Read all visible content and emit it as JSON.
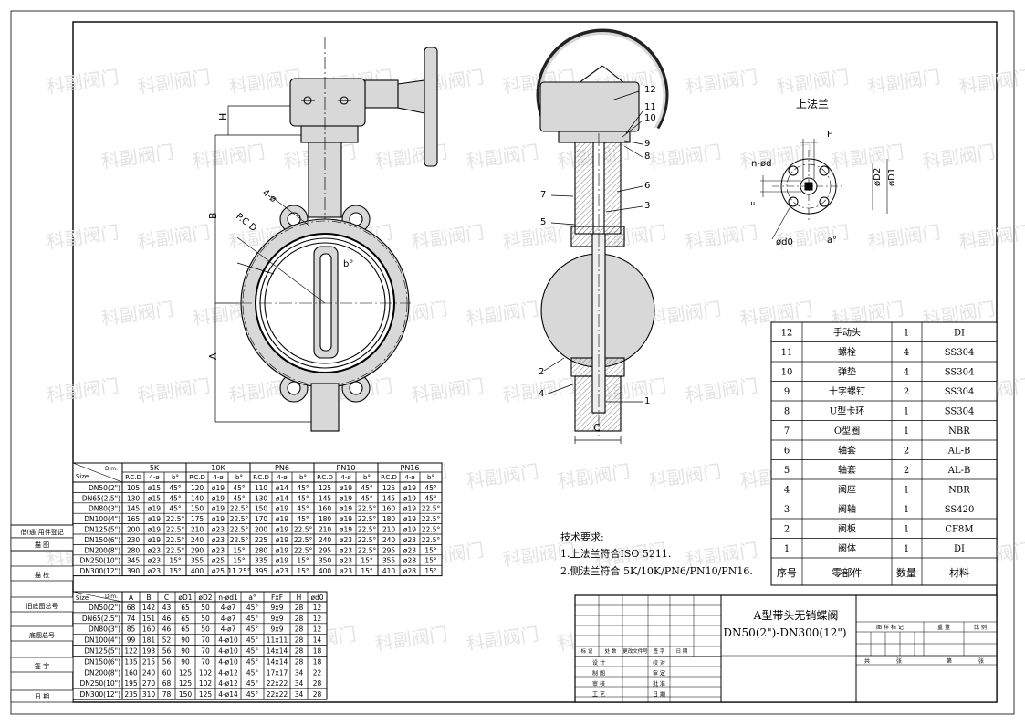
{
  "watermark": "科副阀门",
  "drawing_title_line1": "A型带头无销蝶阀",
  "drawing_title_line2": "DN50(2\")-DN300(12\")",
  "flange_view_title": "上法兰",
  "tech_req": {
    "heading": "技术要求:",
    "items": [
      "1.上法兰符合ISO 5211.",
      "2.侧法兰符合 5K/10K/PN6/PN10/PN16."
    ]
  },
  "dim_labels": {
    "H": "H",
    "B": "B",
    "A": "A",
    "C": "C",
    "pcd": "P.C.D",
    "n_phi": "4-ø",
    "b_deg": "b°",
    "F": "F",
    "n_phi_d": "n-ød",
    "phiD2": "øD2",
    "phiD1": "øD1",
    "phid0": "ød0",
    "a_deg": "a°"
  },
  "balloons": [
    "1",
    "2",
    "3",
    "4",
    "5",
    "6",
    "7",
    "8",
    "9",
    "10",
    "11",
    "12"
  ],
  "bom": {
    "rows": [
      {
        "no": "12",
        "name": "手动头",
        "qty": "1",
        "mat": "DI"
      },
      {
        "no": "11",
        "name": "螺栓",
        "qty": "4",
        "mat": "SS304"
      },
      {
        "no": "10",
        "name": "弹垫",
        "qty": "4",
        "mat": "SS304"
      },
      {
        "no": "9",
        "name": "十字螺钉",
        "qty": "2",
        "mat": "SS304"
      },
      {
        "no": "8",
        "name": "U型卡环",
        "qty": "1",
        "mat": "SS304"
      },
      {
        "no": "7",
        "name": "O型圈",
        "qty": "1",
        "mat": "NBR"
      },
      {
        "no": "6",
        "name": "轴套",
        "qty": "2",
        "mat": "AL-B"
      },
      {
        "no": "5",
        "name": "轴套",
        "qty": "2",
        "mat": "AL-B"
      },
      {
        "no": "4",
        "name": "阀座",
        "qty": "1",
        "mat": "NBR"
      },
      {
        "no": "3",
        "name": "阀轴",
        "qty": "1",
        "mat": "SS420"
      },
      {
        "no": "2",
        "name": "阀板",
        "qty": "1",
        "mat": "CF8M"
      },
      {
        "no": "1",
        "name": "阀体",
        "qty": "1",
        "mat": "DI"
      }
    ],
    "header": {
      "no": "序号",
      "name": "零部件",
      "qty": "数量",
      "mat": "材料"
    }
  },
  "flange_table": {
    "corner_dim": "Dim.",
    "corner_size": "Size",
    "groups": [
      "5K",
      "10K",
      "PN6",
      "PN10",
      "PN16"
    ],
    "sub": [
      "P.C.D",
      "4-ø",
      "b°"
    ],
    "rows": [
      [
        "DN50(2\")",
        "105",
        "ø15",
        "45°",
        "120",
        "ø19",
        "45°",
        "110",
        "ø14",
        "45°",
        "125",
        "ø19",
        "45°",
        "125",
        "ø19",
        "45°"
      ],
      [
        "DN65(2.5\")",
        "130",
        "ø15",
        "45°",
        "140",
        "ø19",
        "45°",
        "130",
        "ø14",
        "45°",
        "145",
        "ø19",
        "45°",
        "145",
        "ø19",
        "45°"
      ],
      [
        "DN80(3\")",
        "145",
        "ø19",
        "45°",
        "150",
        "ø19",
        "22.5°",
        "150",
        "ø19",
        "45°",
        "160",
        "ø19",
        "22.5°",
        "160",
        "ø19",
        "22.5°"
      ],
      [
        "DN100(4\")",
        "165",
        "ø19",
        "22.5°",
        "175",
        "ø19",
        "22.5°",
        "170",
        "ø19",
        "45°",
        "180",
        "ø19",
        "22.5°",
        "180",
        "ø19",
        "22.5°"
      ],
      [
        "DN125(5\")",
        "200",
        "ø19",
        "22.5°",
        "210",
        "ø23",
        "22.5°",
        "200",
        "ø19",
        "22.5°",
        "210",
        "ø19",
        "22.5°",
        "210",
        "ø19",
        "22.5°"
      ],
      [
        "DN150(6\")",
        "230",
        "ø19",
        "22.5°",
        "240",
        "ø23",
        "22.5°",
        "225",
        "ø19",
        "22.5°",
        "240",
        "ø23",
        "22.5°",
        "240",
        "ø23",
        "22.5°"
      ],
      [
        "DN200(8\")",
        "280",
        "ø23",
        "22.5°",
        "290",
        "ø23",
        "15°",
        "280",
        "ø19",
        "22.5°",
        "295",
        "ø23",
        "22.5°",
        "295",
        "ø23",
        "15°"
      ],
      [
        "DN250(10\")",
        "345",
        "ø23",
        "15°",
        "355",
        "ø25",
        "15°",
        "335",
        "ø19",
        "15°",
        "350",
        "ø23",
        "15°",
        "355",
        "ø28",
        "15°"
      ],
      [
        "DN300(12\")",
        "390",
        "ø23",
        "15°",
        "400",
        "ø25",
        "11.25°",
        "395",
        "ø23",
        "15°",
        "400",
        "ø23",
        "15°",
        "410",
        "ø28",
        "15°"
      ]
    ]
  },
  "dims_table": {
    "corner_dim": "Dim.",
    "corner_size": "Size",
    "headers": [
      "A",
      "B",
      "C",
      "øD1",
      "øD2",
      "n-ød1",
      "a°",
      "FxF",
      "H",
      "ød0"
    ],
    "rows": [
      [
        "DN50(2\")",
        "68",
        "142",
        "43",
        "65",
        "50",
        "4-ø7",
        "45°",
        "9x9",
        "28",
        "12"
      ],
      [
        "DN65(2.5\")",
        "74",
        "151",
        "46",
        "65",
        "50",
        "4-ø7",
        "45°",
        "9x9",
        "28",
        "12"
      ],
      [
        "DN80(3\")",
        "85",
        "160",
        "46",
        "65",
        "50",
        "4-ø7",
        "45°",
        "9x9",
        "28",
        "12"
      ],
      [
        "DN100(4\")",
        "99",
        "181",
        "52",
        "90",
        "70",
        "4-ø10",
        "45°",
        "11x11",
        "28",
        "14"
      ],
      [
        "DN125(5\")",
        "122",
        "193",
        "56",
        "90",
        "70",
        "4-ø10",
        "45°",
        "14x14",
        "28",
        "18"
      ],
      [
        "DN150(6\")",
        "135",
        "215",
        "56",
        "90",
        "70",
        "4-ø10",
        "45°",
        "14x14",
        "28",
        "18"
      ],
      [
        "DN200(8\")",
        "160",
        "240",
        "60",
        "125",
        "102",
        "4-ø12",
        "45°",
        "17x17",
        "34",
        "22"
      ],
      [
        "DN250(10\")",
        "195",
        "270",
        "68",
        "125",
        "102",
        "4-ø12",
        "45°",
        "22x22",
        "34",
        "28"
      ],
      [
        "DN300(12\")",
        "235",
        "310",
        "78",
        "150",
        "125",
        "4-ø14",
        "45°",
        "22x22",
        "34",
        "28"
      ]
    ]
  },
  "side_labels": [
    "借(通)用件登记",
    "描 图",
    "描 校",
    "旧底图总号",
    "底图总号",
    "签 字",
    "日 期"
  ],
  "title_block": {
    "rev_row": [
      "标 记",
      "处 数",
      "更改文件号",
      "签 字",
      "日 期"
    ],
    "sign_rows": [
      [
        "设 计",
        "校 对"
      ],
      [
        "制 图",
        "审 定"
      ],
      [
        "审 核",
        "批 准"
      ],
      [
        "工 艺",
        "日 期"
      ]
    ],
    "right_labels": [
      "图 样 标 记",
      "重 量",
      "比 例"
    ],
    "sheet_labels": [
      "共",
      "张",
      "第",
      "张"
    ]
  },
  "colors": {
    "line": "#000000",
    "fill_grey": "#d8d8d8",
    "hatch_grey": "#9a9a9a",
    "watermark": "#e3e3e3"
  }
}
